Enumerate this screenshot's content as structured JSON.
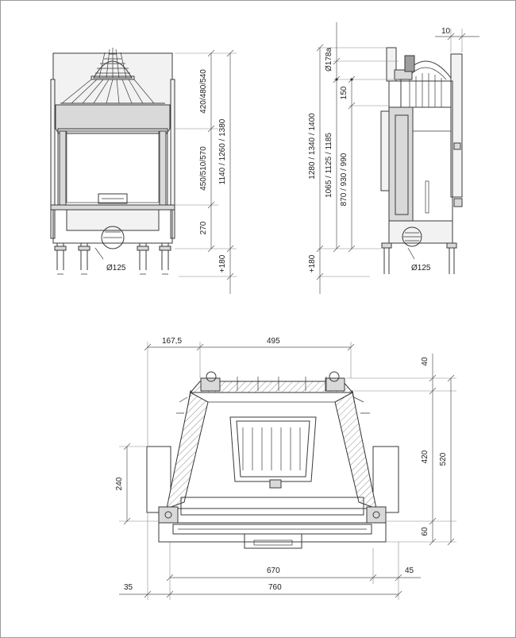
{
  "dimensions": {
    "front": {
      "d1": "420/480/540",
      "d2": "450/510/570",
      "d3": "1140 / 1260 / 1380",
      "d4": "270",
      "d5": "+180",
      "pipe": "Ø125"
    },
    "side": {
      "top_offset": "10",
      "outlet": "Ø178a",
      "d150": "150",
      "d1": "1280 / 1340 / 1400",
      "d2": "1065 / 1125 / 1185",
      "d3": "870 / 930 / 990",
      "d4": "+180",
      "pipe": "Ø125"
    },
    "plan": {
      "w1": "167,5",
      "w2": "495",
      "h40": "40",
      "h420": "420",
      "h520": "520",
      "h60": "60",
      "h240": "240",
      "w670": "670",
      "w45": "45",
      "w35": "35",
      "w760": "760"
    }
  }
}
